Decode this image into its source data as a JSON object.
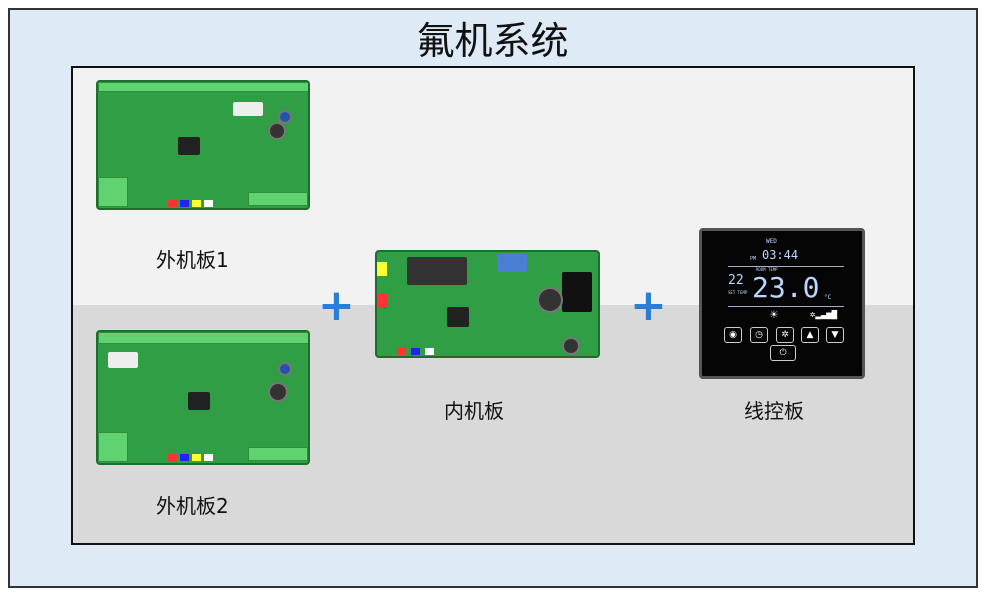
{
  "title": "氟机系统",
  "labels": {
    "outdoor1": "外机板1",
    "outdoor2": "外机板2",
    "indoor": "内机板",
    "controller": "线控板"
  },
  "plus": "+",
  "thermostat": {
    "day": "WED",
    "ampm": "PM",
    "time": "03:44",
    "room_label": "ROOM TEMP",
    "set_temp": "22",
    "set_label": "SET TEMP",
    "room_temp": "23.0",
    "unit": "°C"
  },
  "colors": {
    "accent": "#2a7fd4",
    "board": "#2f9e45"
  }
}
